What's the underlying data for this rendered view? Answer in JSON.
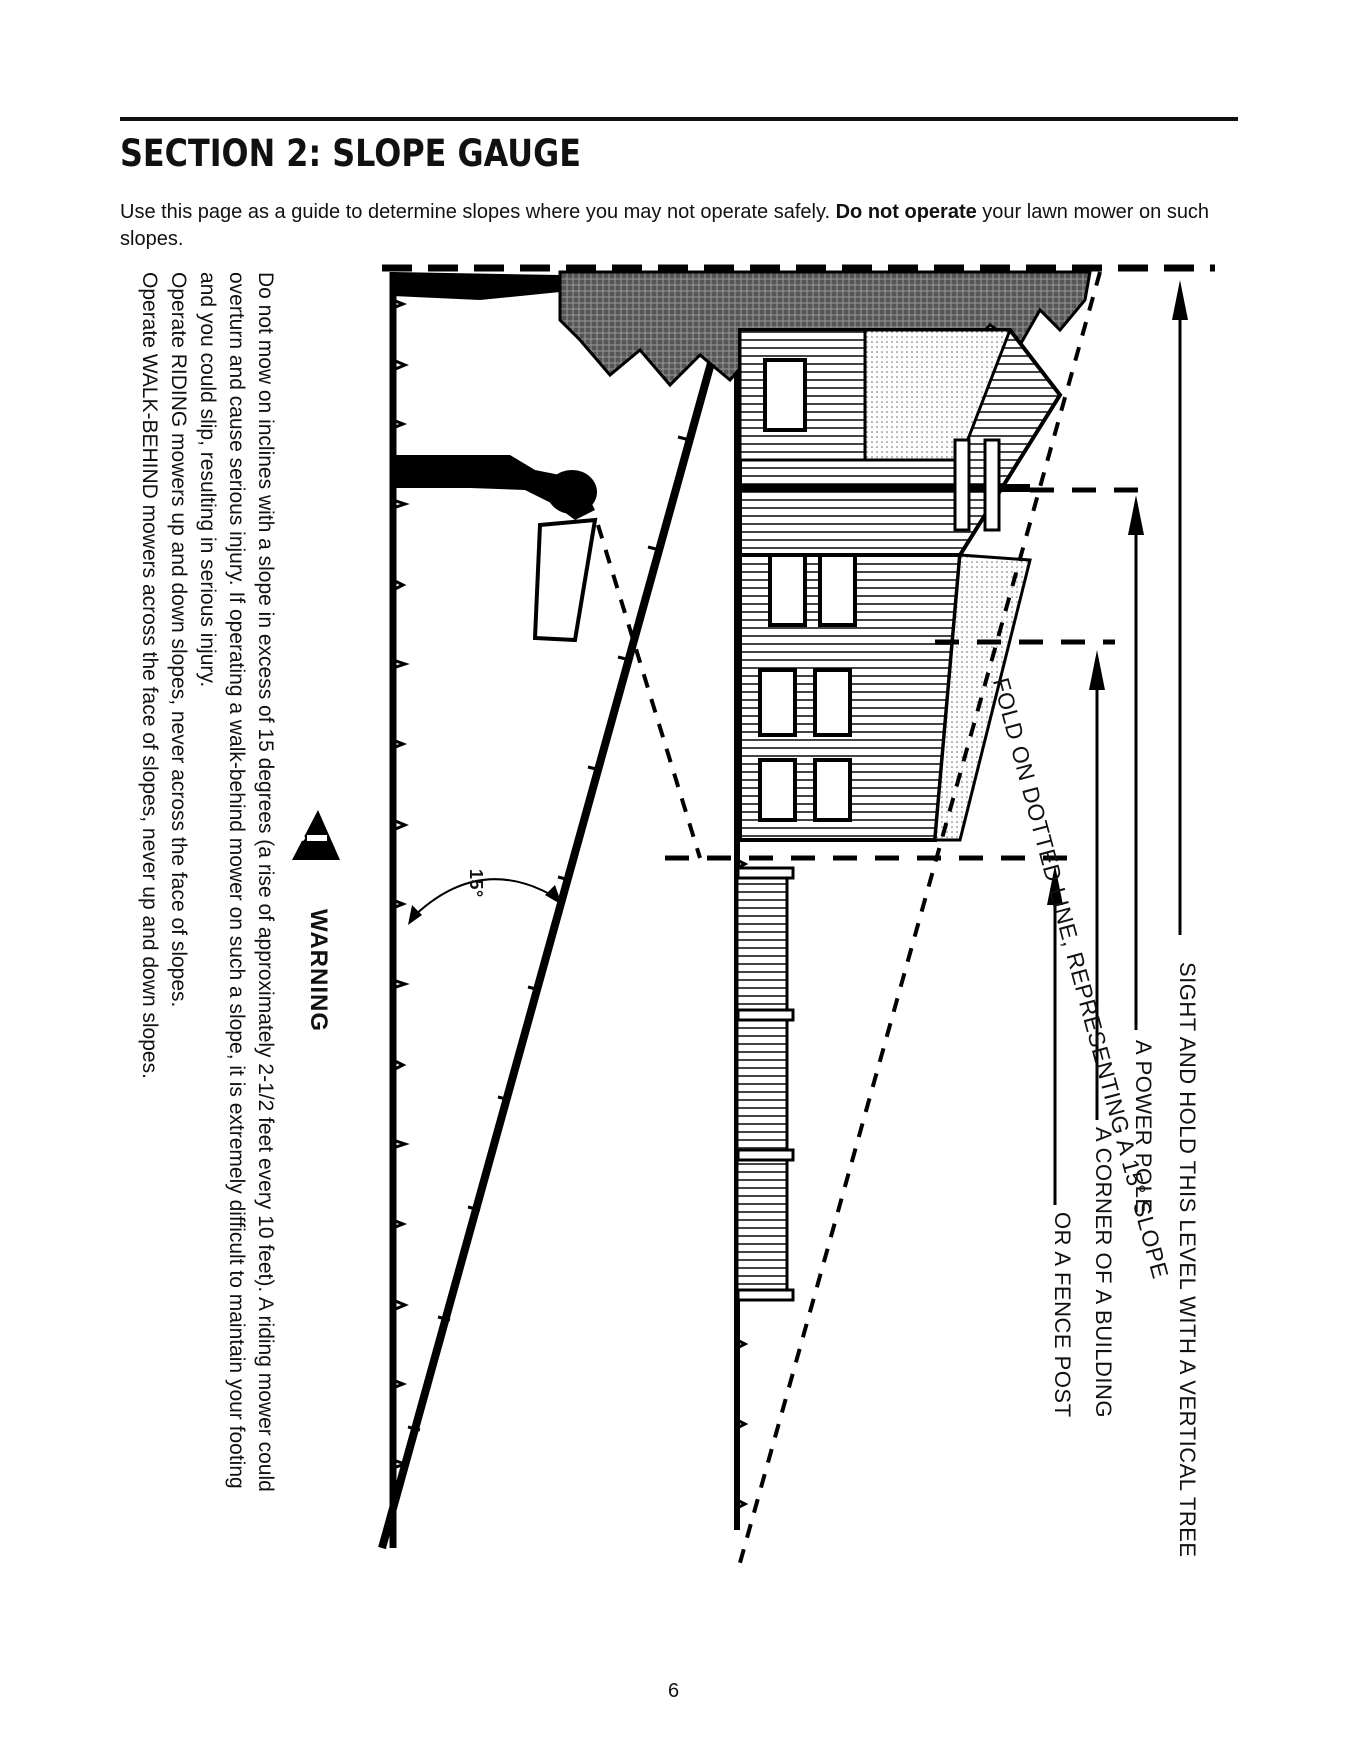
{
  "section": {
    "title": "SECTION 2:  SLOPE GAUGE"
  },
  "intro": {
    "part1": "Use this page as a guide to determine slopes where you may not operate safely. ",
    "bold": "Do not operate",
    "part2": " your lawn mower on such slopes."
  },
  "warning": {
    "title": "WARNING",
    "lines": [
      "Do not mow on inclines with a slope in excess of 15 degrees (a rise of approximately 2-1/2 feet every 10 feet). A riding mower could",
      "overturn and cause serious injury. If operating a walk-behind mower on such a slope, it is extremely difficult to maintain your footing",
      "and you could slip, resulting in serious injury.",
      "Operate RIDING mowers up and down slopes, never across the face of slopes.",
      "Operate WALK-BEHIND mowers across the face of slopes, never up and down slopes."
    ]
  },
  "gauge": {
    "angle_label": "15°",
    "fold_label": "FOLD ON DOTTED LINE, REPRESENTING A 15° SLOPE",
    "sight_labels": [
      "SIGHT AND HOLD THIS LEVEL WITH A VERTICAL TREE",
      "A POWER POLE",
      "A CORNER OF A BUILDING",
      "OR A FENCE POST"
    ]
  },
  "page_number": "6"
}
